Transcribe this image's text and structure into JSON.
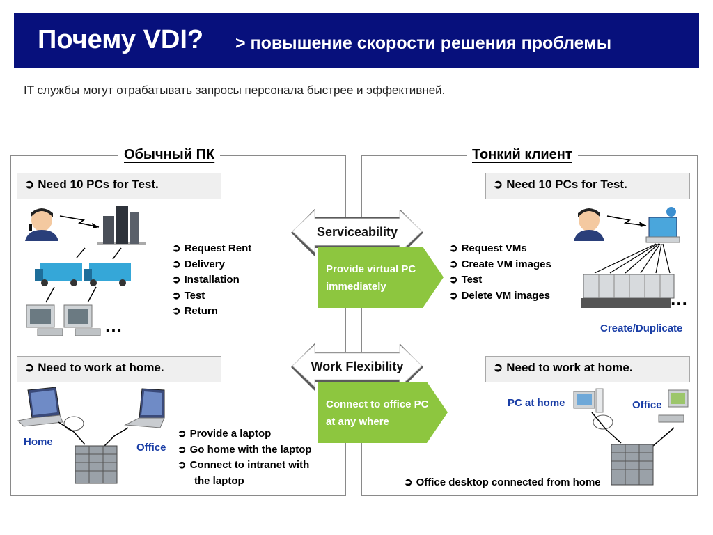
{
  "header": {
    "title": "Почему VDI?",
    "subtitle": "> повышение скорости решения проблемы"
  },
  "intro": "IT службы могут отрабатывать запросы персонала быстрее и эффективней.",
  "left_panel": {
    "title": "Обычный ПК",
    "need_test": "Need 10 PCs for Test.",
    "test_steps": [
      "Request Rent",
      "Delivery",
      "Installation",
      "Test",
      "Return"
    ],
    "ellipsis": "…",
    "need_home": "Need to work at home.",
    "home_label": "Home",
    "office_label": "Office",
    "home_steps": [
      "Provide a laptop",
      "Go home with the laptop",
      "Connect to intranet with",
      "the laptop"
    ]
  },
  "right_panel": {
    "title": "Тонкий клиент",
    "need_test": "Need 10 PCs for Test.",
    "test_steps": [
      "Request VMs",
      "Create VM images",
      "Test",
      "Delete VM images"
    ],
    "ellipsis": "…",
    "create_label": "Create/Duplicate",
    "need_home": "Need to work at home.",
    "pc_home_label": "PC at home",
    "office_label": "Office",
    "home_step": "Office desktop connected from home"
  },
  "center": {
    "serviceability": "Serviceability",
    "serviceability_desc": [
      "Provide virtual PC",
      "immediately"
    ],
    "flexibility": "Work Flexibility",
    "flexibility_desc": [
      "Connect to office PC",
      "at any where"
    ]
  },
  "colors": {
    "header_bg": "#07107c",
    "accent_green": "#8dc63f",
    "label_blue": "#1a3ea6"
  }
}
